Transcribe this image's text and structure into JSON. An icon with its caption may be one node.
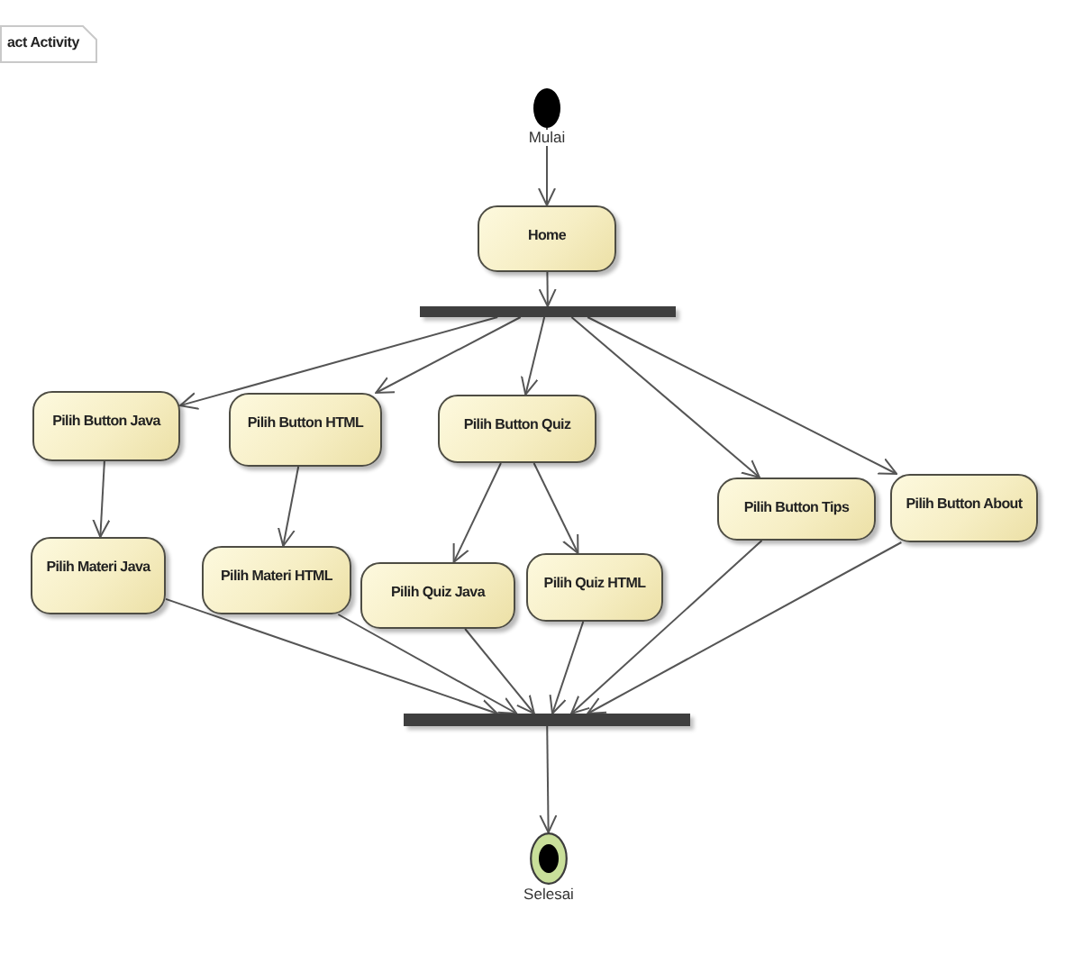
{
  "diagram": {
    "nodes": [
      {
        "text": [],
        "shape": "circle",
        "beside": [
          "Mulai"
        ]
      },
      {
        "text": [
          "Home"
        ]
      },
      {
        "text": [],
        "shape": "bar"
      },
      {
        "text": [
          "Pilih Button Java"
        ]
      },
      {
        "text": [
          "Pilih Button HTML"
        ]
      },
      {
        "text": [
          "Pilih Button Quiz"
        ]
      },
      {
        "text": [
          "Pilih Button Tips"
        ]
      },
      {
        "text": [
          "Pilih Button About"
        ]
      },
      {
        "text": [
          "Pilih Materi Java"
        ]
      },
      {
        "text": [
          "Pilih Materi HTML"
        ]
      },
      {
        "text": [
          "Pilih Quiz Java"
        ]
      },
      {
        "text": [
          "Pilih Quiz HTML"
        ]
      },
      {
        "text": [],
        "shape": "bar"
      },
      {
        "text": [],
        "shape": "circle",
        "beside": [
          "Selesai"
        ]
      }
    ],
    "edges": [
      {
        "from": 0,
        "to": 1,
        "arrow": "to"
      },
      {
        "from": 1,
        "to": 2,
        "arrow": "to"
      },
      {
        "from": 2,
        "to": 3,
        "arrow": "to"
      },
      {
        "from": 2,
        "to": 4,
        "arrow": "to"
      },
      {
        "from": 2,
        "to": 5,
        "arrow": "to"
      },
      {
        "from": 2,
        "to": 6,
        "arrow": "to"
      },
      {
        "from": 2,
        "to": 7,
        "arrow": "to"
      },
      {
        "from": 3,
        "to": 8,
        "arrow": "to"
      },
      {
        "from": 4,
        "to": 9,
        "arrow": "to"
      },
      {
        "from": 5,
        "to": 10,
        "arrow": "to"
      },
      {
        "from": 5,
        "to": 11,
        "arrow": "to"
      },
      {
        "from": 8,
        "to": 12,
        "arrow": "to"
      },
      {
        "from": 9,
        "to": 12,
        "arrow": "to"
      },
      {
        "from": 10,
        "to": 12,
        "arrow": "to"
      },
      {
        "from": 11,
        "to": 12,
        "arrow": "to"
      },
      {
        "from": 6,
        "to": 12,
        "arrow": "to"
      },
      {
        "from": 7,
        "to": 12,
        "arrow": "to"
      },
      {
        "from": 12,
        "to": 13,
        "arrow": "to"
      }
    ],
    "labels": [
      "act Activity"
    ]
  }
}
